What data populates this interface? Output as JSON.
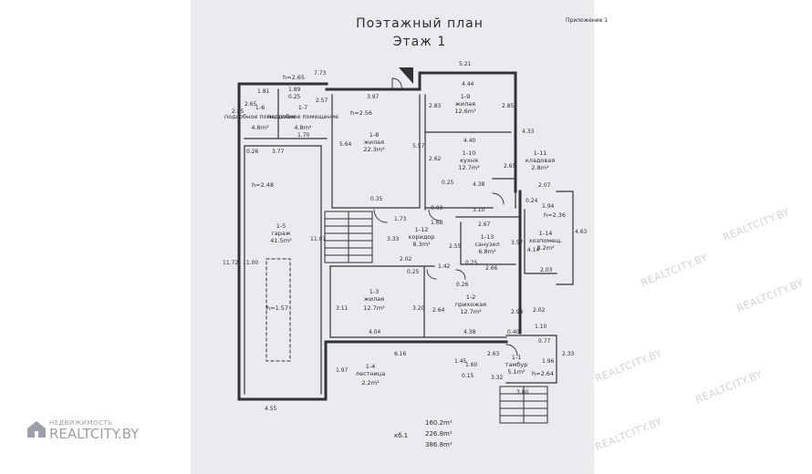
{
  "header": {
    "title": "Поэтажный план",
    "floor": "Этаж 1",
    "appendix": "Приложение 1"
  },
  "rooms": [
    {
      "id": "1-6",
      "name": "подсобное помещение",
      "area": "4.8m²"
    },
    {
      "id": "1-7",
      "name": "подсобное помещение",
      "area": "4.8m²"
    },
    {
      "id": "1-8",
      "name": "жилая",
      "area": "22.3m²"
    },
    {
      "id": "1-9",
      "name": "жилая",
      "area": "12.6m²"
    },
    {
      "id": "1-10",
      "name": "кухня",
      "area": "12.7m²"
    },
    {
      "id": "1-11",
      "name": "кладовая",
      "area": "2.8m²"
    },
    {
      "id": "1-5",
      "name": "гараж",
      "area": "41.5m²"
    },
    {
      "id": "1-12",
      "name": "коридор",
      "area": "8.3m²"
    },
    {
      "id": "1-13",
      "name": "санузел",
      "area": "6.8m²"
    },
    {
      "id": "1-14",
      "name": "хозпомещ.",
      "area": "8.2m²"
    },
    {
      "id": "1-3",
      "name": "жилая",
      "area": "12.7m²"
    },
    {
      "id": "1-2",
      "name": "прихожая",
      "area": "12.7m²"
    },
    {
      "id": "1-4",
      "name": "лестница",
      "area": "2.2m²"
    },
    {
      "id": "1-1",
      "name": "тамбур",
      "area": "5.1m²"
    }
  ],
  "heights": [
    "h=2.65",
    "h=2.56",
    "h=2.48",
    "h=2.36",
    "h=2.64",
    "h=1.57"
  ],
  "dimensions": [
    "1.81",
    "1.89",
    "0.25",
    "2.57",
    "7.73",
    "3.97",
    "5.21",
    "4.44",
    "2.83",
    "2.85",
    "2.65",
    "1.70",
    "2.85",
    "0.26",
    "3.77",
    "5.64",
    "5.57",
    "4.40",
    "2.62",
    "2.65",
    "4.33",
    "2.07",
    "0.25",
    "4.38",
    "1.94",
    "0.24",
    "0.35",
    "0.93",
    "3.10",
    "1.73",
    "1.68",
    "2.67",
    "11.01",
    "3.33",
    "2.55",
    "3.57",
    "4.14",
    "2.03",
    "11.72",
    "11.00",
    "2.02",
    "0.25",
    "1.42",
    "0.25",
    "2.66",
    "0.26",
    "3.11",
    "3.20",
    "2.64",
    "2.94",
    "2.02",
    "4.04",
    "4.38",
    "0.40",
    "1.10",
    "0.77",
    "6.16",
    "2.63",
    "1.45",
    "1.60",
    "1.96",
    "2.33",
    "1.97",
    "0.15",
    "3.32",
    "3.80",
    "4.55",
    "4.63"
  ],
  "totals": {
    "label": "кб.1",
    "values": [
      "160.2m²",
      "226.8m²",
      "386.8m²"
    ]
  },
  "watermark": {
    "top": "НЕДВИЖИМОСТЬ",
    "brand": "REALTCITY.BY",
    "diag": "REALTCITY.BY"
  }
}
